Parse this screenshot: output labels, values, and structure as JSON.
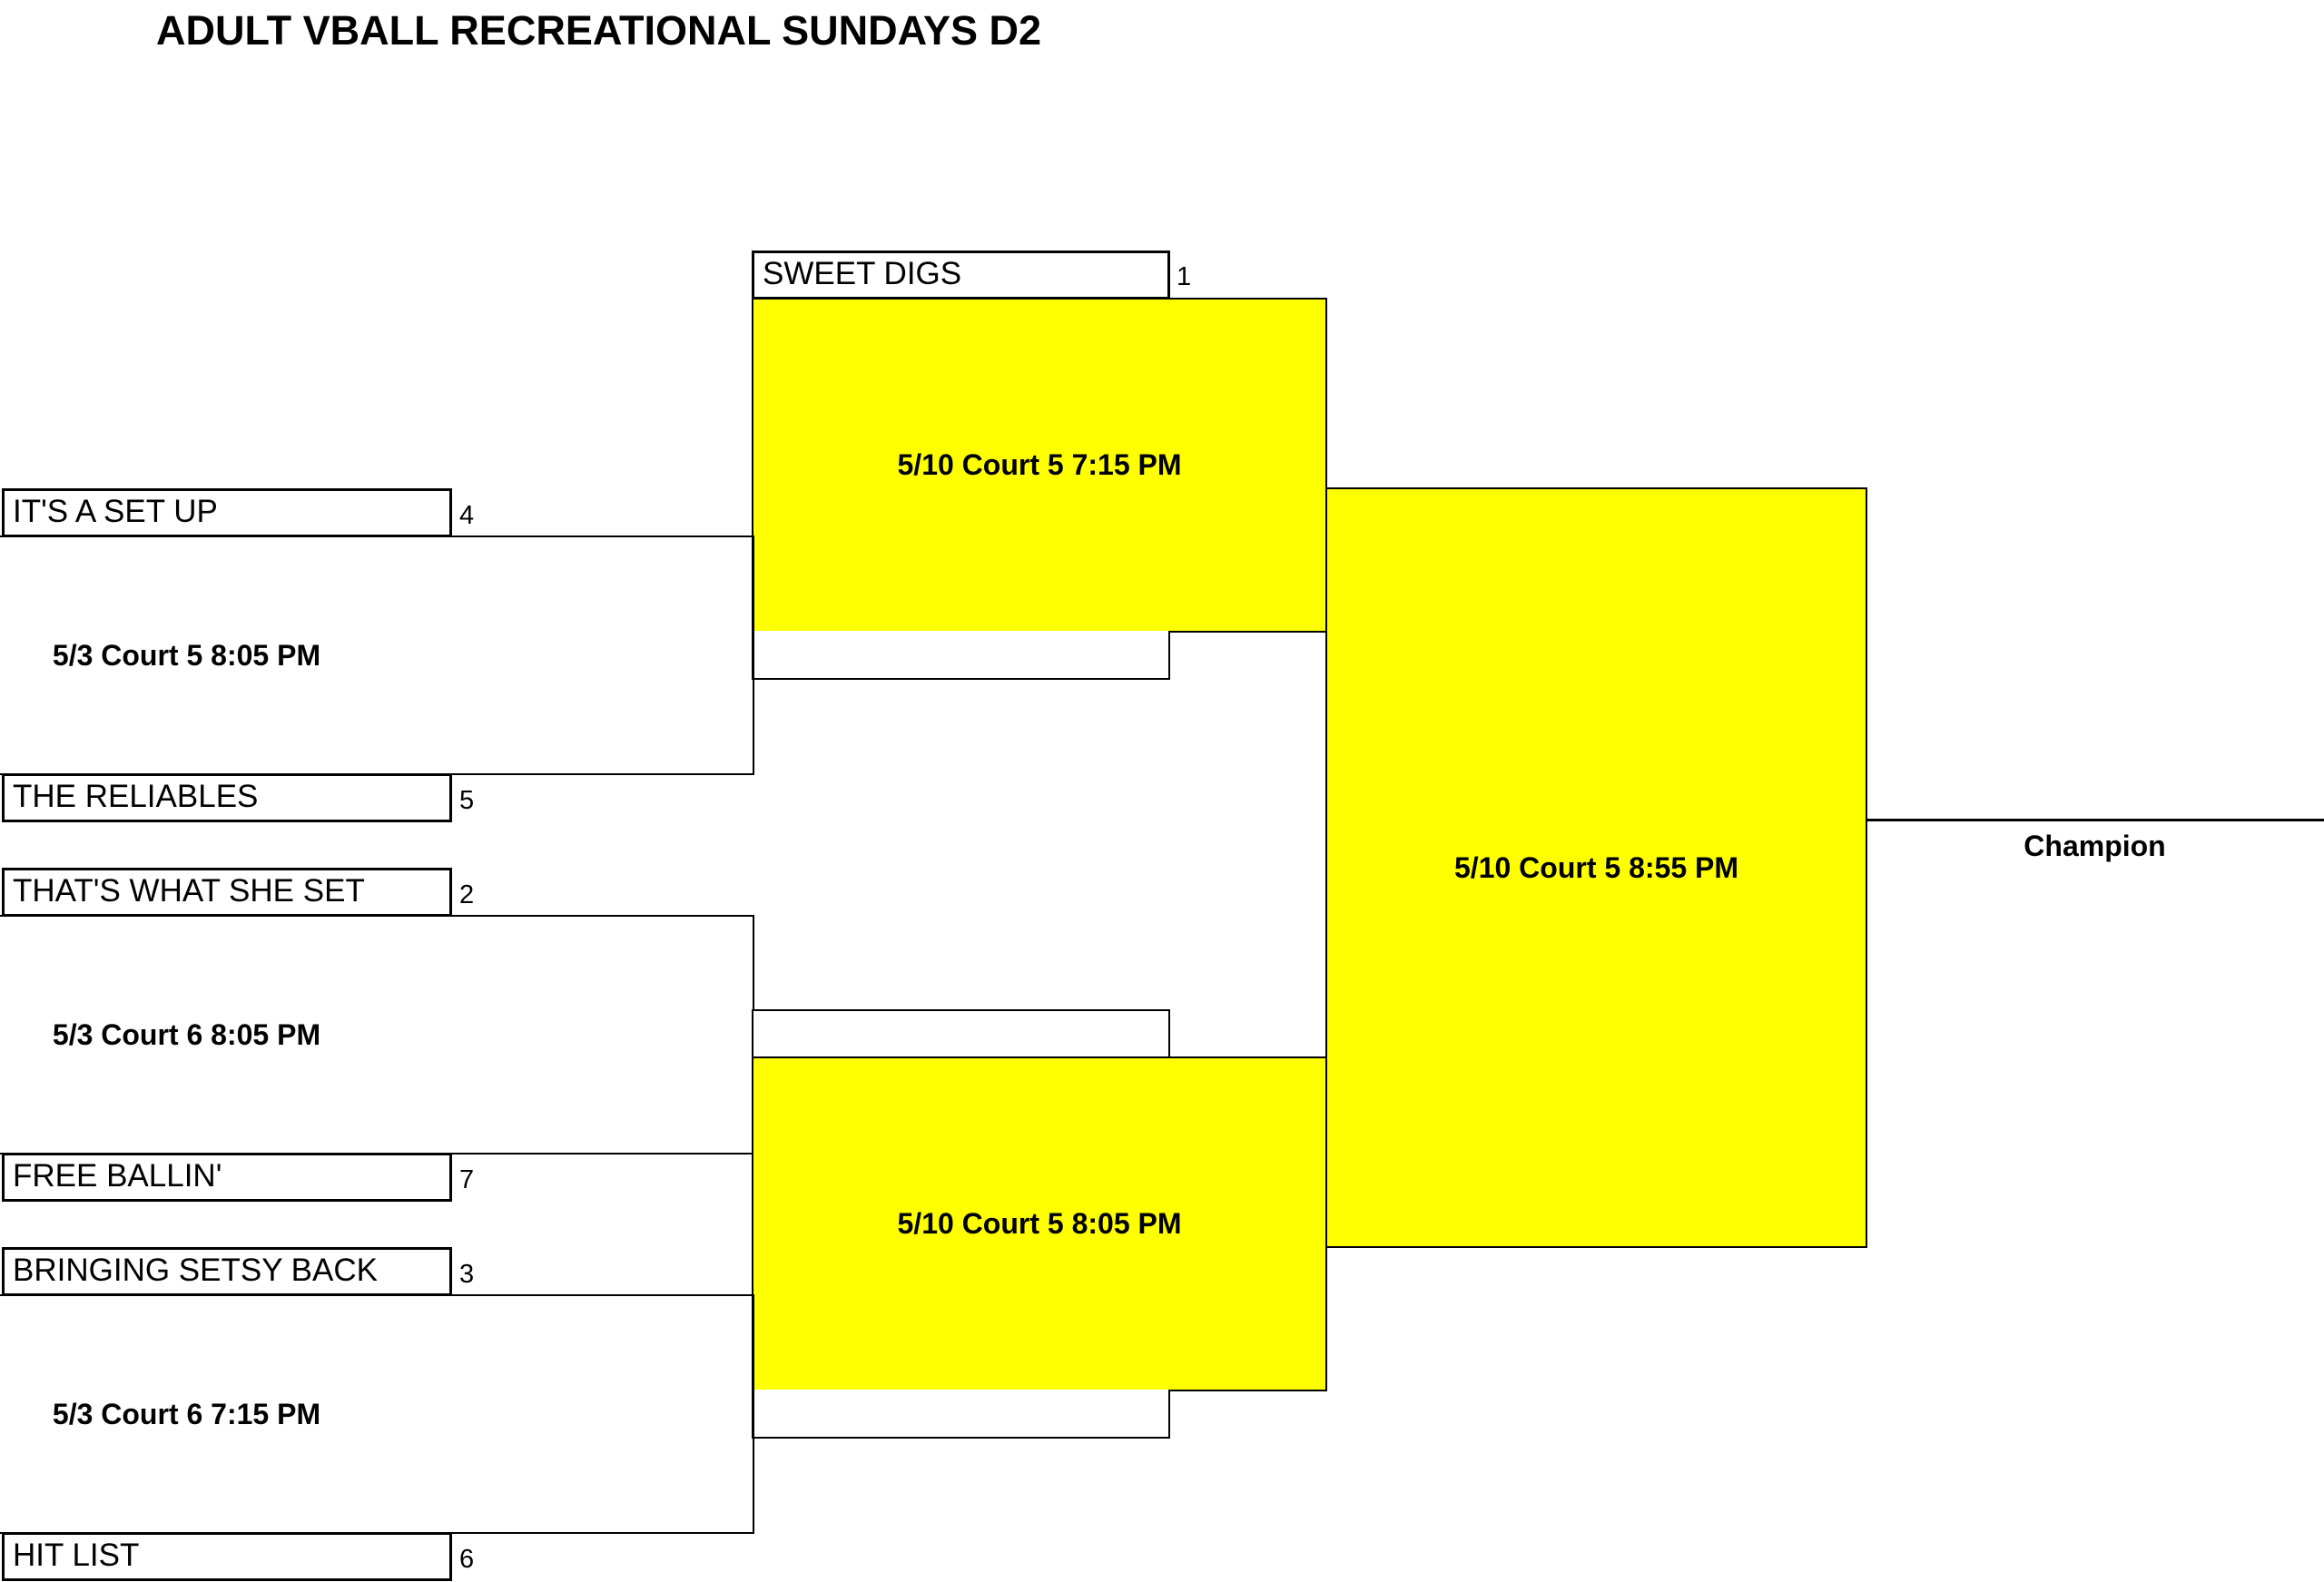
{
  "title": "ADULT VBALL RECREATIONAL SUNDAYS D2",
  "round1": [
    {
      "game": "5/3 Court 5 8:05 PM",
      "top": {
        "team": "IT'S A SET UP",
        "seed": "4"
      },
      "bottom": {
        "team": "THE RELIABLES",
        "seed": "5"
      }
    },
    {
      "game": "5/3 Court 6 8:05 PM",
      "top": {
        "team": "THAT'S WHAT SHE SET",
        "seed": "2"
      },
      "bottom": {
        "team": "FREE BALLIN'",
        "seed": "7"
      }
    },
    {
      "game": "5/3 Court 6 7:15 PM",
      "top": {
        "team": "BRINGING SETSY BACK",
        "seed": "3"
      },
      "bottom": {
        "team": "HIT LIST",
        "seed": "6"
      }
    }
  ],
  "round2": [
    {
      "game": "5/10 Court 5 7:15 PM",
      "top": {
        "team": "SWEET DIGS",
        "seed": "1"
      },
      "bottom": {
        "team": "",
        "seed": ""
      }
    },
    {
      "game": "5/10 Court 5 8:05 PM",
      "top": {
        "team": "",
        "seed": ""
      },
      "bottom": {
        "team": "",
        "seed": ""
      }
    }
  ],
  "final": {
    "game": "5/10 Court 5 8:55 PM"
  },
  "champion_label": "Champion",
  "colors": {
    "highlight": "#ffff00",
    "line": "#000000",
    "background": "#ffffff"
  }
}
